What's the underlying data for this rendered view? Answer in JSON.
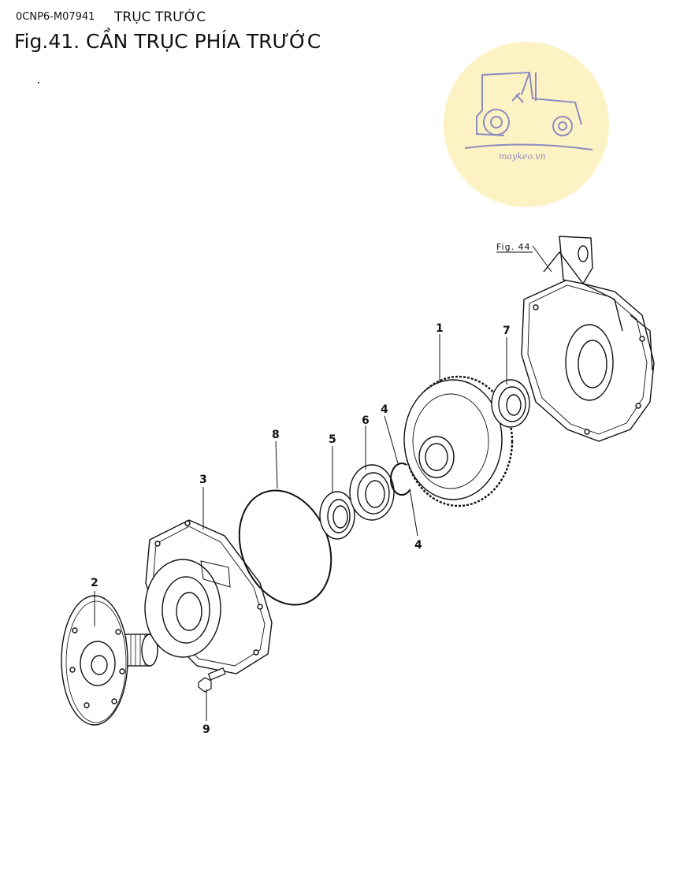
{
  "header": {
    "doc_code": "0CNP6-M07941",
    "section": "TRỤC TRƯỚC",
    "figure_title": "Fig.41.  CẦN TRỤC PHÍA TRƯỚC"
  },
  "watermark": {
    "text": "maykeo.vn",
    "bg_color": "#fdf2c4",
    "ink_color": "#8c8cc0"
  },
  "diagram": {
    "reference_label": "Fig. 44",
    "callouts": {
      "c1": "1",
      "c2": "2",
      "c3": "3",
      "c4a": "4",
      "c4b": "4",
      "c5": "5",
      "c6": "6",
      "c7": "7",
      "c8": "8",
      "c9": "9"
    }
  }
}
